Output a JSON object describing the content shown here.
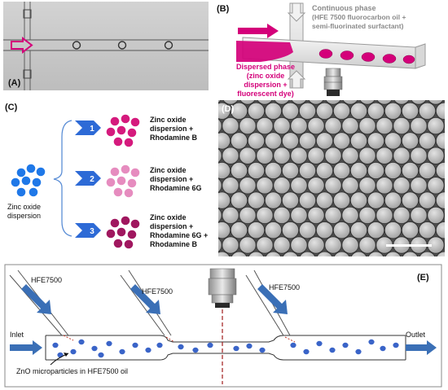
{
  "panels": {
    "A": {
      "label": "(A)"
    },
    "B": {
      "label": "(B)",
      "continuous_phase_title": "Continuous phase",
      "continuous_phase_detail_1": "(HFE 7500 fluorocarbon oil +",
      "continuous_phase_detail_2": "semi-fluorinated surfactant)",
      "dispersed_phase_title": "Dispersed phase",
      "dispersed_phase_detail_1": "(zinc oxide",
      "dispersed_phase_detail_2": "dispersion +",
      "dispersed_phase_detail_3": "fluorescent dye)"
    },
    "C": {
      "label": "(C)",
      "source_label_1": "Zinc oxide",
      "source_label_2": "dispersion",
      "branches": [
        {
          "number": "1",
          "line1": "Zinc oxide",
          "line2": "dispersion +",
          "line3": "Rhodamine B",
          "line4": ""
        },
        {
          "number": "2",
          "line1": "Zinc oxide",
          "line2": "dispersion +",
          "line3": "Rhodamine 6G",
          "line4": ""
        },
        {
          "number": "3",
          "line1": "Zinc oxide",
          "line2": "dispersion +",
          "line3": "Rhodamine 6G +",
          "line4": "Rhodamine B"
        }
      ]
    },
    "D": {
      "label": "(D)"
    },
    "E": {
      "label": "(E)",
      "inlet": "Inlet",
      "outlet": "Outlet",
      "hfe_left": "HFE7500",
      "hfe_mid": "HFE7500",
      "hfe_right": "HFE7500",
      "particles_caption": "ZnO microparticles in HFE7500 oil"
    }
  },
  "colors": {
    "magenta": "#d4007a",
    "blue": "#2a62c9",
    "arrow_blue": "#3a6fb6",
    "rhodamine_b": "#d51a7d",
    "rhodamine_6g": "#e68cbf",
    "mixed": "#a0175f",
    "grey_text": "#8a8a8a",
    "red_dash": "#a11a1a"
  },
  "icons": [
    "inflow-arrow-icon",
    "microscope-objective-icon",
    "chevron-icon",
    "flow-arrow-icon"
  ]
}
